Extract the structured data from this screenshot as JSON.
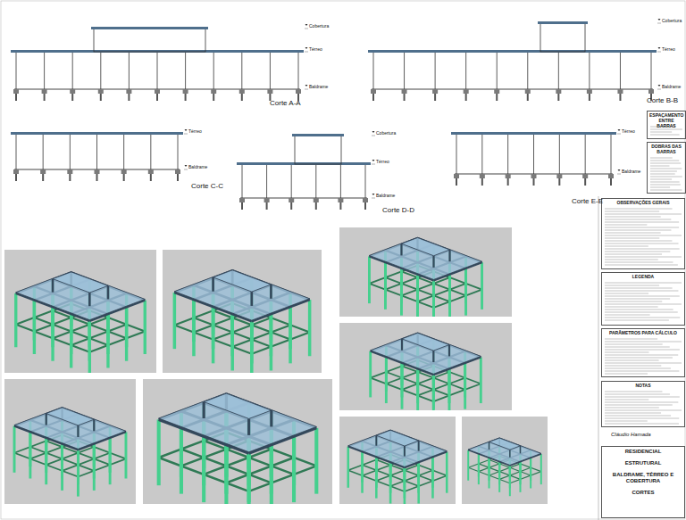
{
  "diagram": {
    "nodes": [
      {
        "text": [
          "ESPAÇAMENTO ENTRE BARRAS"
        ]
      },
      {
        "text": [
          "DOBRAS DAS BARRAS"
        ]
      },
      {
        "text": [
          "OBSERVAÇÕES GERAIS"
        ]
      },
      {
        "text": [
          "LEGENDA"
        ]
      },
      {
        "text": [
          "PARÂMETROS PARA CÁLCULO"
        ]
      },
      {
        "text": [
          "NOTAS"
        ]
      },
      {
        "text": [
          "RESIDENCIAL",
          "ESTRUTURAL",
          "BALDRAME, TÉRREO E COBERTURA",
          "CORTES"
        ]
      }
    ],
    "labels": [
      "Corte A-A",
      "Corte B-B",
      "Corte C-C",
      "Corte D-D",
      "Corte E-E",
      "Cobertura",
      "Térreo",
      "Baldrame",
      "Cobertura",
      "Térreo",
      "Baldrame",
      "Térreo",
      "Baldrame",
      "Cobertura",
      "Térreo",
      "Baldrame",
      "Térreo",
      "Baldrame",
      "Cláudio Hamada"
    ]
  }
}
